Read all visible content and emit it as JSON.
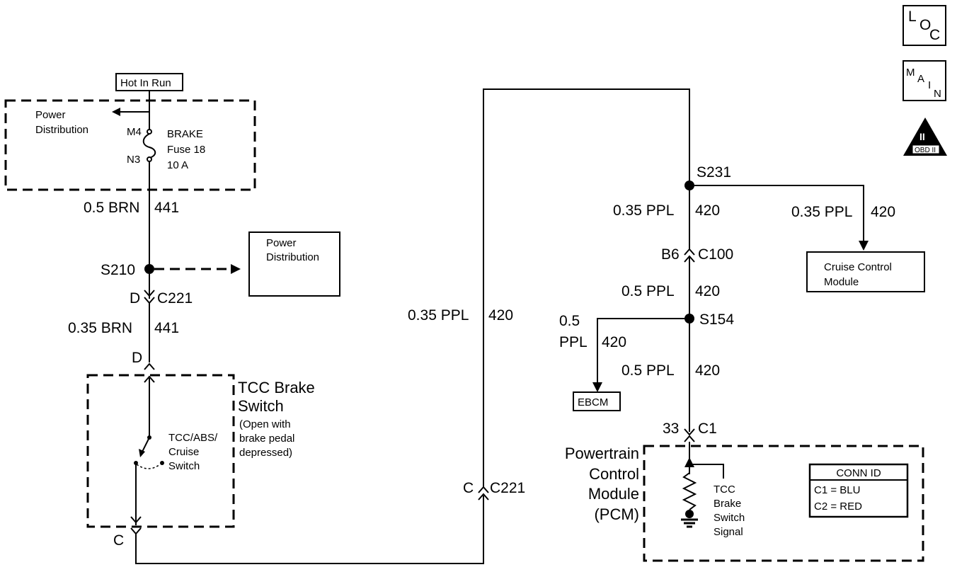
{
  "labels": {
    "hot_in_run": "Hot In Run",
    "power_distribution_top": [
      "Power",
      "Distribution"
    ],
    "fuse_name": [
      "BRAKE",
      "Fuse 18",
      "10 A"
    ],
    "fuse_m4": "M4",
    "fuse_n3": "N3",
    "wire_brn_gauge": "0.5 BRN",
    "wire_brn_circuit": "441",
    "s210": "S210",
    "power_distribution_box": [
      "Power",
      "Distribution"
    ],
    "d_c221_pin": "D",
    "d_c221_conn": "C221",
    "wire_brn2_gauge": "0.35 BRN",
    "wire_brn2_circuit": "441",
    "d_pin": "D",
    "tcc_brake_switch": [
      "TCC Brake",
      "Switch"
    ],
    "open_note": [
      "(Open with",
      "brake pedal",
      "depressed)"
    ],
    "switch_name": [
      "TCC/ABS/",
      "Cruise",
      "Switch"
    ],
    "c_pin": "C",
    "wire_mid_gauge": "0.35 PPL",
    "wire_mid_circuit": "420",
    "c_c221_pin": "C",
    "c_c221_conn": "C221",
    "s231": "S231",
    "wire_ppl1_gauge": "0.35 PPL",
    "wire_ppl1_circuit": "420",
    "wire_cruise_gauge": "0.35 PPL",
    "wire_cruise_circuit": "420",
    "cruise_module": [
      "Cruise Control",
      "Module"
    ],
    "b6_pin": "B6",
    "c100_conn": "C100",
    "wire_ppl2_gauge": "0.5 PPL",
    "wire_ppl2_circuit": "420",
    "s154": "S154",
    "wire_ebcm_gauge": "0.5",
    "wire_ebcm_gauge2": "PPL",
    "wire_ebcm_circuit": "420",
    "wire_ppl3_gauge": "0.5 PPL",
    "wire_ppl3_circuit": "420",
    "ebcm": "EBCM",
    "pin_33": "33",
    "c1_conn": "C1",
    "pcm": [
      "Powertrain",
      "Control",
      "Module",
      "(PCM)"
    ],
    "tcc_signal": [
      "TCC",
      "Brake",
      "Switch",
      "Signal"
    ],
    "conn_id_title": "CONN ID",
    "conn_id_rows": [
      "C1 = BLU",
      "C2 = RED"
    ],
    "loc_icon": [
      "L",
      "O",
      "C"
    ],
    "main_icon": [
      "M",
      "A",
      "I",
      "N"
    ],
    "obd_icon": [
      "II",
      "OBD II"
    ]
  }
}
